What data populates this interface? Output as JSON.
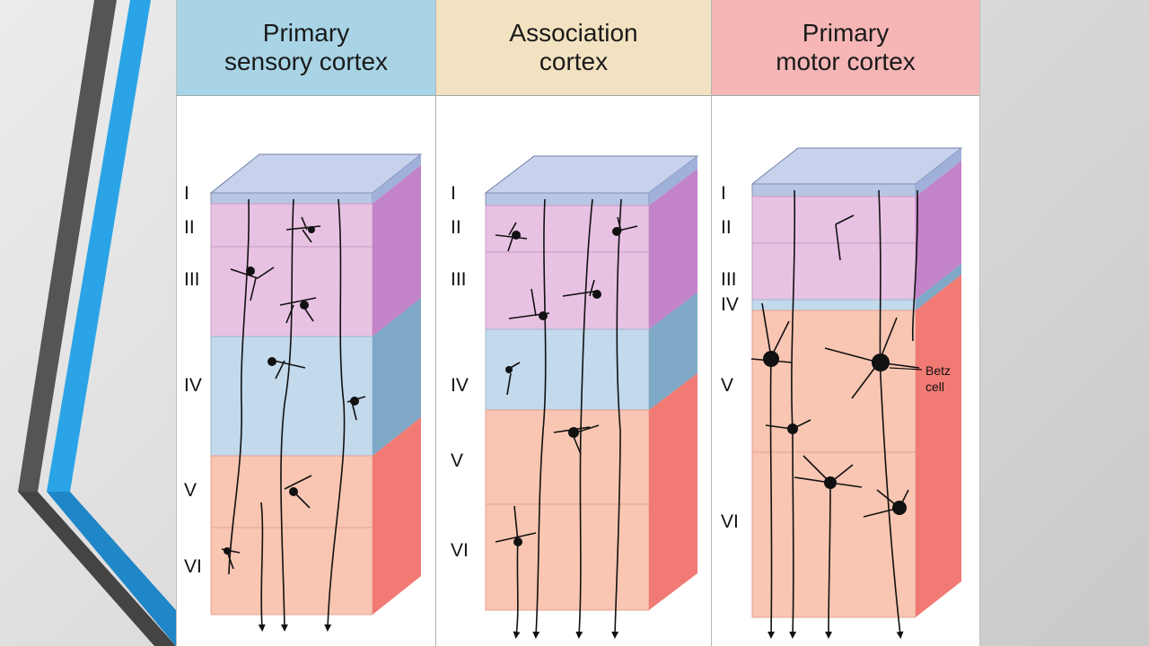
{
  "panels": [
    {
      "title_line1": "Primary",
      "title_line2": "sensory cortex",
      "header_color": "#a8d4e6"
    },
    {
      "title_line1": "Association",
      "title_line2": "cortex",
      "header_color": "#f3e2c1"
    },
    {
      "title_line1": "Primary",
      "title_line2": "motor cortex",
      "header_color": "#f7b6b6"
    }
  ],
  "layer_names": [
    "I",
    "II",
    "III",
    "IV",
    "V",
    "VI"
  ],
  "motor_layer_labels": {
    "l3": "III",
    "l4": "IV"
  },
  "betz_label": {
    "line1": "Betz",
    "line2": "cell"
  },
  "colors": {
    "layer_I": "#b7c6e4",
    "layer_II_III": "#e8c2e3",
    "layer_IV": "#c3d9ec",
    "layer_V_VI": "#f8c6b2",
    "side_II_III": "#c283c8",
    "side_IV": "#7ea8c6",
    "side_V_VI": "#f27a75",
    "neuron": "#111111"
  }
}
